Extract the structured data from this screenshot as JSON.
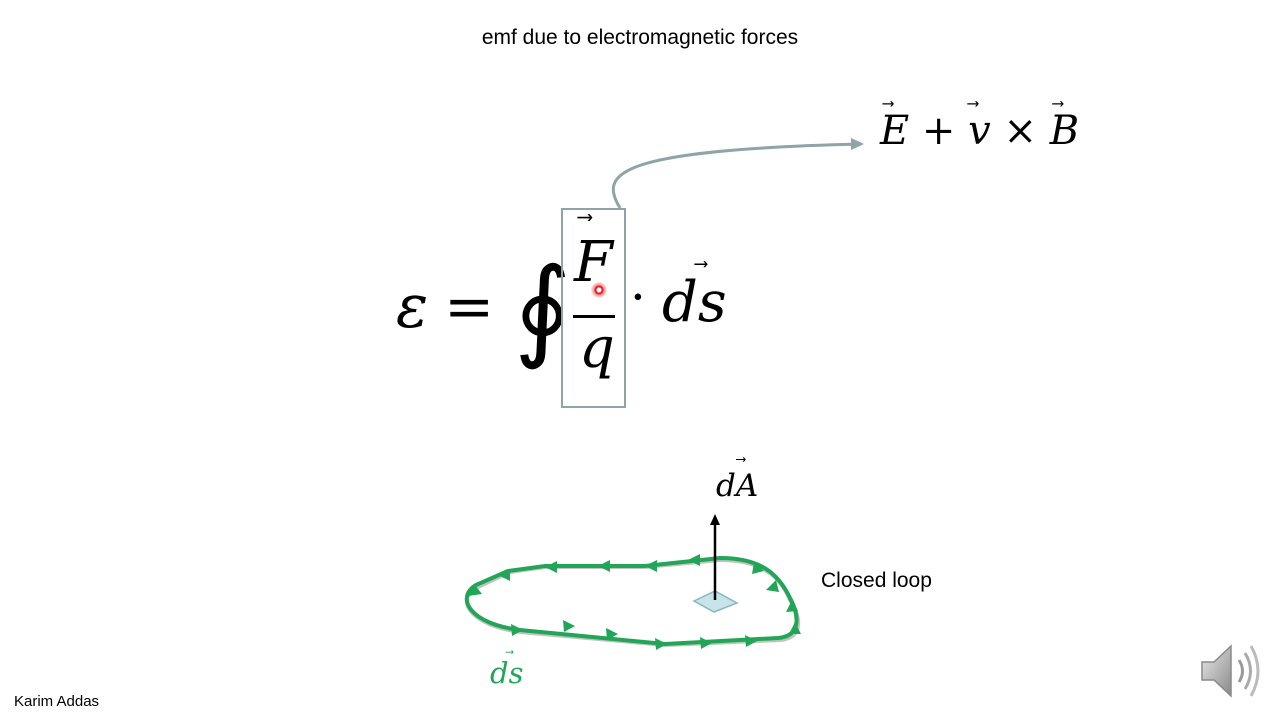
{
  "slide": {
    "title": "emf due to electromagnetic forces",
    "author": "Karim Addas"
  },
  "equation": {
    "epsilon": "ε",
    "equals": "=",
    "integral": "∮",
    "numerator": "F",
    "denominator": "q",
    "dot": "·",
    "ds": "ds"
  },
  "force_expression": {
    "E": "E",
    "plus": "+",
    "v": "v",
    "times": "×",
    "B": "B"
  },
  "diagram": {
    "area_label": "dA",
    "loop_label": "Closed loop",
    "ds_label": "ds",
    "loop_color": "#21a557",
    "box_color": "#8fa4a6"
  },
  "icons": {
    "vector_arrow": "⃗",
    "speaker": "speaker-icon"
  }
}
